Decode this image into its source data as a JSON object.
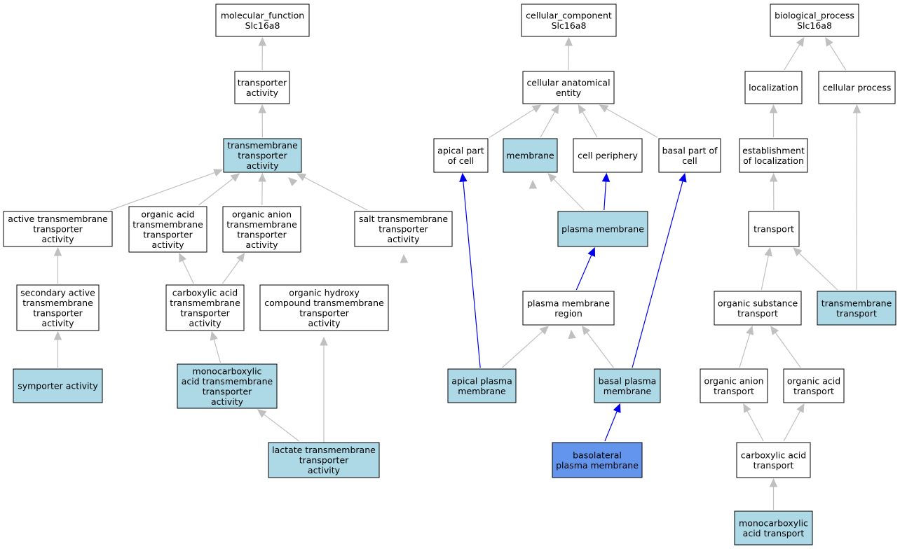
{
  "colors": {
    "plain": "#ffffff",
    "annotated": "#add8e6",
    "focus": "#6495ed",
    "edge_grey": "#c0c0c0",
    "edge_blue": "#0000ee"
  },
  "nodes": [
    {
      "id": "mf",
      "lines": [
        "molecular_function",
        "Slc16a8"
      ],
      "fill": "plain"
    },
    {
      "id": "ta",
      "lines": [
        "transporter",
        "activity"
      ],
      "fill": "plain"
    },
    {
      "id": "tmta",
      "lines": [
        "transmembrane",
        "transporter",
        "activity"
      ],
      "fill": "annotated"
    },
    {
      "id": "atta",
      "lines": [
        "active transmembrane",
        "transporter",
        "activity"
      ],
      "fill": "plain"
    },
    {
      "id": "oatta",
      "lines": [
        "organic acid",
        "transmembrane",
        "transporter",
        "activity"
      ],
      "fill": "plain"
    },
    {
      "id": "oanta",
      "lines": [
        "organic anion",
        "transmembrane",
        "transporter",
        "activity"
      ],
      "fill": "plain"
    },
    {
      "id": "stta",
      "lines": [
        "salt transmembrane",
        "transporter",
        "activity"
      ],
      "fill": "plain"
    },
    {
      "id": "satta",
      "lines": [
        "secondary active",
        "transmembrane",
        "transporter",
        "activity"
      ],
      "fill": "plain"
    },
    {
      "id": "catta",
      "lines": [
        "carboxylic acid",
        "transmembrane",
        "transporter",
        "activity"
      ],
      "fill": "plain"
    },
    {
      "id": "ohcta",
      "lines": [
        "organic hydroxy",
        "compound transmembrane",
        "transporter",
        "activity"
      ],
      "fill": "plain"
    },
    {
      "id": "sym",
      "lines": [
        "symporter activity"
      ],
      "fill": "annotated"
    },
    {
      "id": "mcta",
      "lines": [
        "monocarboxylic",
        "acid transmembrane",
        "transporter",
        "activity"
      ],
      "fill": "annotated"
    },
    {
      "id": "ltta",
      "lines": [
        "lactate transmembrane",
        "transporter",
        "activity"
      ],
      "fill": "annotated"
    },
    {
      "id": "cc",
      "lines": [
        "cellular_component",
        "Slc16a8"
      ],
      "fill": "plain"
    },
    {
      "id": "cae",
      "lines": [
        "cellular anatomical",
        "entity"
      ],
      "fill": "plain"
    },
    {
      "id": "apc",
      "lines": [
        "apical part",
        "of cell"
      ],
      "fill": "plain"
    },
    {
      "id": "mem",
      "lines": [
        "membrane"
      ],
      "fill": "annotated"
    },
    {
      "id": "cp",
      "lines": [
        "cell periphery"
      ],
      "fill": "plain"
    },
    {
      "id": "bpc",
      "lines": [
        "basal part of",
        "cell"
      ],
      "fill": "plain"
    },
    {
      "id": "pm",
      "lines": [
        "plasma membrane"
      ],
      "fill": "annotated"
    },
    {
      "id": "pmr",
      "lines": [
        "plasma membrane",
        "region"
      ],
      "fill": "plain"
    },
    {
      "id": "apm",
      "lines": [
        "apical plasma",
        "membrane"
      ],
      "fill": "annotated"
    },
    {
      "id": "bpm",
      "lines": [
        "basal plasma",
        "membrane"
      ],
      "fill": "annotated"
    },
    {
      "id": "blpm",
      "lines": [
        "basolateral",
        "plasma membrane"
      ],
      "fill": "focus"
    },
    {
      "id": "bp",
      "lines": [
        "biological_process",
        "Slc16a8"
      ],
      "fill": "plain"
    },
    {
      "id": "loc",
      "lines": [
        "localization"
      ],
      "fill": "plain"
    },
    {
      "id": "cproc",
      "lines": [
        "cellular process"
      ],
      "fill": "plain"
    },
    {
      "id": "eol",
      "lines": [
        "establishment",
        "of localization"
      ],
      "fill": "plain"
    },
    {
      "id": "tr",
      "lines": [
        "transport"
      ],
      "fill": "plain"
    },
    {
      "id": "ost",
      "lines": [
        "organic substance",
        "transport"
      ],
      "fill": "plain"
    },
    {
      "id": "tmt",
      "lines": [
        "transmembrane",
        "transport"
      ],
      "fill": "annotated"
    },
    {
      "id": "oant",
      "lines": [
        "organic anion",
        "transport"
      ],
      "fill": "plain"
    },
    {
      "id": "oact",
      "lines": [
        "organic acid",
        "transport"
      ],
      "fill": "plain"
    },
    {
      "id": "cat",
      "lines": [
        "carboxylic acid",
        "transport"
      ],
      "fill": "plain"
    },
    {
      "id": "mct",
      "lines": [
        "monocarboxylic",
        "acid transport"
      ],
      "fill": "annotated"
    }
  ],
  "edges": [
    {
      "from": "ta",
      "to": "mf",
      "color": "grey"
    },
    {
      "from": "tmta",
      "to": "ta",
      "color": "grey"
    },
    {
      "from": "atta",
      "to": "tmta",
      "color": "grey"
    },
    {
      "from": "oatta",
      "to": "tmta",
      "color": "grey"
    },
    {
      "from": "oanta",
      "to": "tmta",
      "color": "grey"
    },
    {
      "from": "stta",
      "to": "tmta",
      "color": "grey"
    },
    {
      "from": "ohcta",
      "to": "tmta",
      "color": "grey"
    },
    {
      "from": "satta",
      "to": "atta",
      "color": "grey"
    },
    {
      "from": "sym",
      "to": "satta",
      "color": "grey"
    },
    {
      "from": "catta",
      "to": "oatta",
      "color": "grey"
    },
    {
      "from": "catta",
      "to": "oanta",
      "color": "grey"
    },
    {
      "from": "mcta",
      "to": "catta",
      "color": "grey"
    },
    {
      "from": "ltta",
      "to": "mcta",
      "color": "grey"
    },
    {
      "from": "ltta",
      "to": "ohcta",
      "color": "grey"
    },
    {
      "from": "ltta",
      "to": "stta",
      "color": "grey"
    },
    {
      "from": "cae",
      "to": "cc",
      "color": "grey"
    },
    {
      "from": "apc",
      "to": "cae",
      "color": "grey"
    },
    {
      "from": "mem",
      "to": "cae",
      "color": "grey"
    },
    {
      "from": "cp",
      "to": "cae",
      "color": "grey"
    },
    {
      "from": "bpc",
      "to": "cae",
      "color": "grey"
    },
    {
      "from": "pm",
      "to": "mem",
      "color": "grey"
    },
    {
      "from": "pm",
      "to": "cp",
      "color": "blue"
    },
    {
      "from": "pmr",
      "to": "pm",
      "color": "blue"
    },
    {
      "from": "pmr",
      "to": "mem",
      "color": "grey"
    },
    {
      "from": "apm",
      "to": "apc",
      "color": "blue"
    },
    {
      "from": "apm",
      "to": "pmr",
      "color": "grey"
    },
    {
      "from": "bpm",
      "to": "bpc",
      "color": "blue"
    },
    {
      "from": "bpm",
      "to": "pmr",
      "color": "grey"
    },
    {
      "from": "blpm",
      "to": "bpm",
      "color": "blue"
    },
    {
      "from": "blpm",
      "to": "pmr",
      "color": "grey"
    },
    {
      "from": "loc",
      "to": "bp",
      "color": "grey"
    },
    {
      "from": "cproc",
      "to": "bp",
      "color": "grey"
    },
    {
      "from": "eol",
      "to": "loc",
      "color": "grey"
    },
    {
      "from": "tr",
      "to": "eol",
      "color": "grey"
    },
    {
      "from": "ost",
      "to": "tr",
      "color": "grey"
    },
    {
      "from": "tmt",
      "to": "tr",
      "color": "grey"
    },
    {
      "from": "tmt",
      "to": "cproc",
      "color": "grey"
    },
    {
      "from": "oant",
      "to": "ost",
      "color": "grey"
    },
    {
      "from": "oact",
      "to": "ost",
      "color": "grey"
    },
    {
      "from": "cat",
      "to": "oant",
      "color": "grey"
    },
    {
      "from": "cat",
      "to": "oact",
      "color": "grey"
    },
    {
      "from": "mct",
      "to": "cat",
      "color": "grey"
    }
  ]
}
